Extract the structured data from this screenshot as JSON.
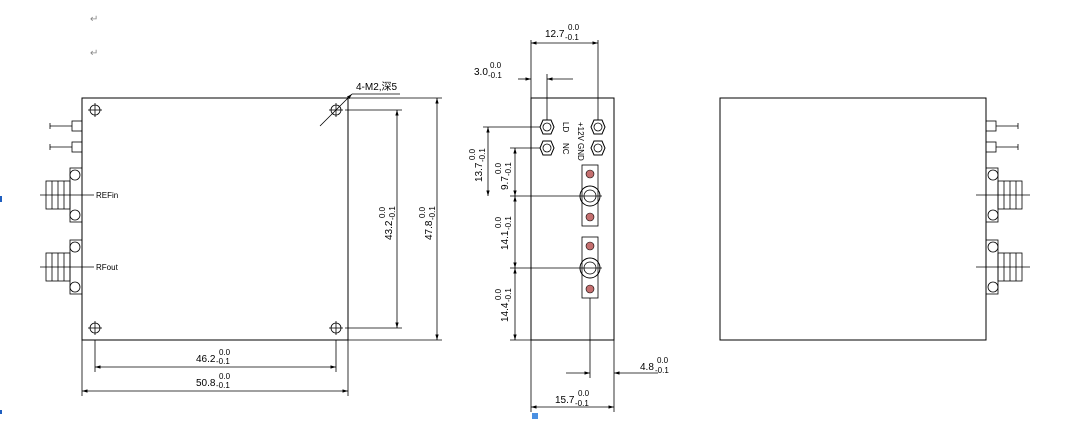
{
  "para_marks": [
    "↵",
    "↵"
  ],
  "front_view": {
    "hole_callout": "4-M2,深5",
    "port_labels": [
      "REFin",
      "RFout"
    ],
    "dims": [
      {
        "nominal": "46.2",
        "upper": "0.0",
        "lower": "-0.1"
      },
      {
        "nominal": "50.8",
        "upper": "0.0",
        "lower": "-0.1"
      },
      {
        "nominal": "43.2",
        "upper": "0.0",
        "lower": "-0.1"
      },
      {
        "nominal": "47.8",
        "upper": "0.0",
        "lower": "-0.1"
      }
    ]
  },
  "side_view": {
    "connector_labels": [
      "LD",
      "NC",
      "+12V",
      "GND"
    ],
    "dims": [
      {
        "nominal": "12.7",
        "upper": "0.0",
        "lower": "-0.1"
      },
      {
        "nominal": "3.0",
        "upper": "0.0",
        "lower": "-0.1"
      },
      {
        "nominal": "13.7",
        "upper": "0.0",
        "lower": "-0.1"
      },
      {
        "nominal": "9.7",
        "upper": "0.0",
        "lower": "-0.1"
      },
      {
        "nominal": "14.1",
        "upper": "0.0",
        "lower": "-0.1"
      },
      {
        "nominal": "14.4",
        "upper": "0.0",
        "lower": "-0.1"
      },
      {
        "nominal": "4.8",
        "upper": "0.0",
        "lower": "-0.1"
      },
      {
        "nominal": "15.7",
        "upper": "0.0",
        "lower": "-0.1"
      }
    ]
  },
  "colors": {
    "line": "#000000",
    "handle": "#4a90e2",
    "marker": "#1f5fbf"
  }
}
